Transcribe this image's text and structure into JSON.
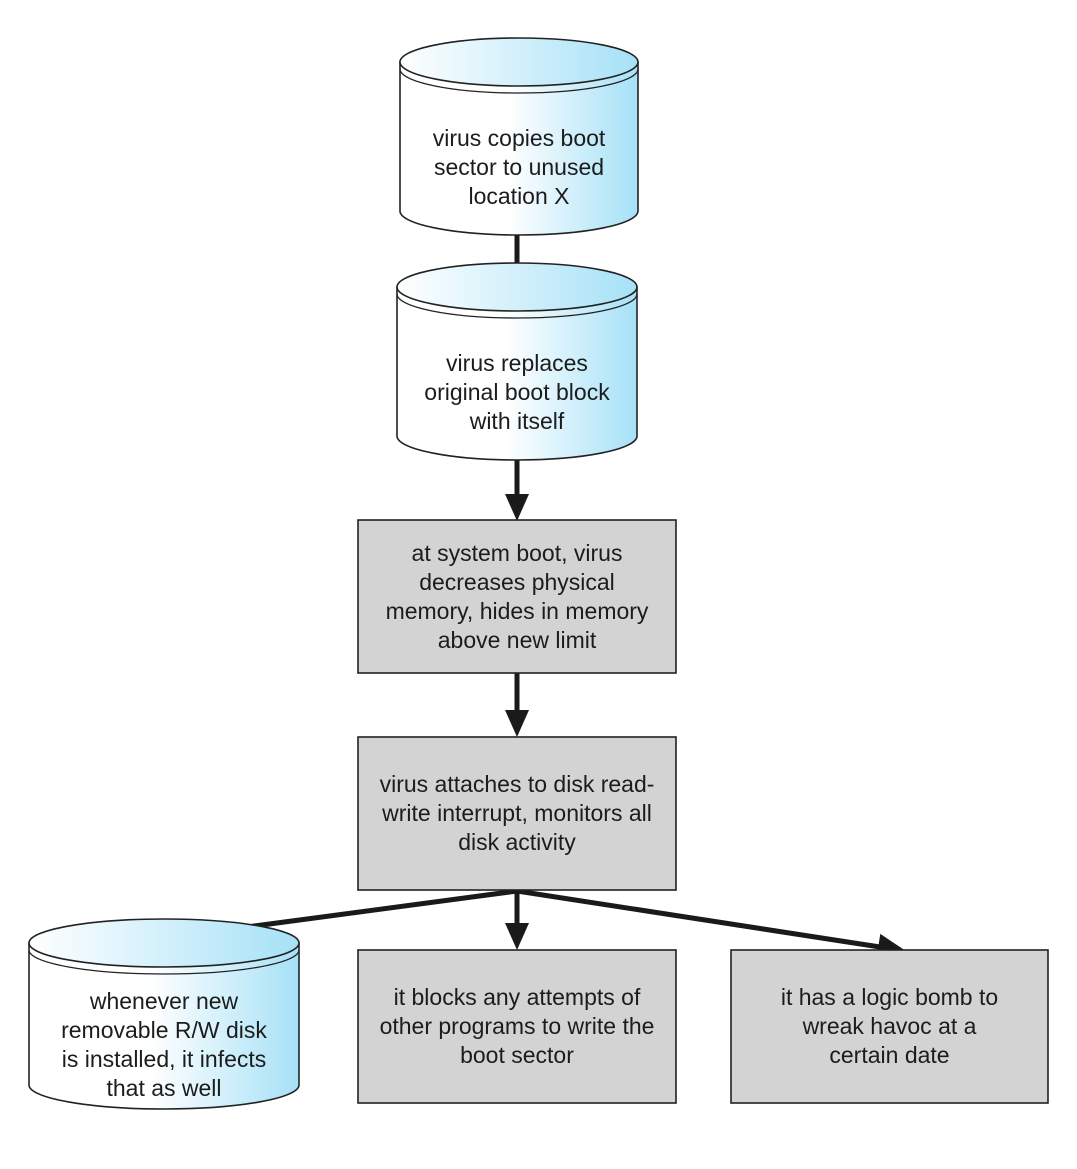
{
  "diagram": {
    "colors": {
      "cylinder_fill_light": "#ffffff",
      "cylinder_fill_dark": "#a6e1f7",
      "box_fill": "#d3d3d3",
      "stroke": "#222222",
      "arrow": "#1a1a1a",
      "text": "#1c1c1c"
    },
    "nodes": {
      "copy_boot_sector": {
        "shape": "cylinder",
        "text": "virus copies boot\nsector to unused\nlocation X"
      },
      "replace_boot_block": {
        "shape": "cylinder",
        "text": "virus replaces\noriginal boot block\nwith itself"
      },
      "system_boot": {
        "shape": "box",
        "text": "at system boot, virus\ndecreases physical\nmemory, hides in memory\nabove new limit"
      },
      "attach_interrupt": {
        "shape": "box",
        "text": "virus attaches to disk read-\nwrite interrupt, monitors all\ndisk activity"
      },
      "infect_removable": {
        "shape": "cylinder",
        "text": "whenever new\nremovable R/W disk\nis installed, it infects\nthat as well"
      },
      "block_writes": {
        "shape": "box",
        "text": "it blocks any attempts of\nother programs to write the\nboot sector"
      },
      "logic_bomb": {
        "shape": "box",
        "text": "it has a logic bomb to\nwreak havoc at a\ncertain date"
      }
    },
    "edges": [
      {
        "from": "copy_boot_sector",
        "to": "replace_boot_block"
      },
      {
        "from": "replace_boot_block",
        "to": "system_boot"
      },
      {
        "from": "system_boot",
        "to": "attach_interrupt"
      },
      {
        "from": "attach_interrupt",
        "to": "infect_removable"
      },
      {
        "from": "attach_interrupt",
        "to": "block_writes"
      },
      {
        "from": "attach_interrupt",
        "to": "logic_bomb"
      }
    ]
  }
}
